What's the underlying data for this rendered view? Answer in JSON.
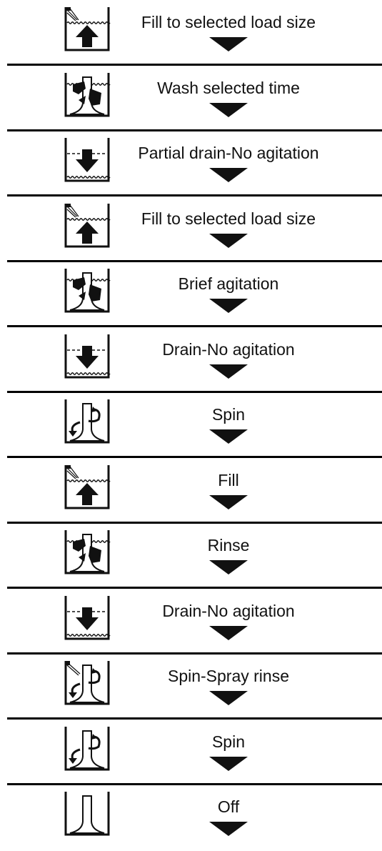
{
  "steps": [
    {
      "label": "Fill to selected load size",
      "icon": "fill-icon"
    },
    {
      "label": "Wash selected time",
      "icon": "wash-icon"
    },
    {
      "label": "Partial drain-No agitation",
      "icon": "drain-icon"
    },
    {
      "label": "Fill to selected load size",
      "icon": "fill-icon"
    },
    {
      "label": "Brief agitation",
      "icon": "wash-icon"
    },
    {
      "label": "Drain-No agitation",
      "icon": "drain-icon"
    },
    {
      "label": "Spin",
      "icon": "spin-icon"
    },
    {
      "label": "Fill",
      "icon": "fill-icon"
    },
    {
      "label": "Rinse",
      "icon": "wash-icon"
    },
    {
      "label": "Drain-No agitation",
      "icon": "drain-icon"
    },
    {
      "label": "Spin-Spray rinse",
      "icon": "spin-spray-icon"
    },
    {
      "label": "Spin",
      "icon": "spin-icon"
    },
    {
      "label": "Off",
      "icon": "off-icon"
    }
  ],
  "colors": {
    "ink": "#111111",
    "background": "#ffffff"
  }
}
